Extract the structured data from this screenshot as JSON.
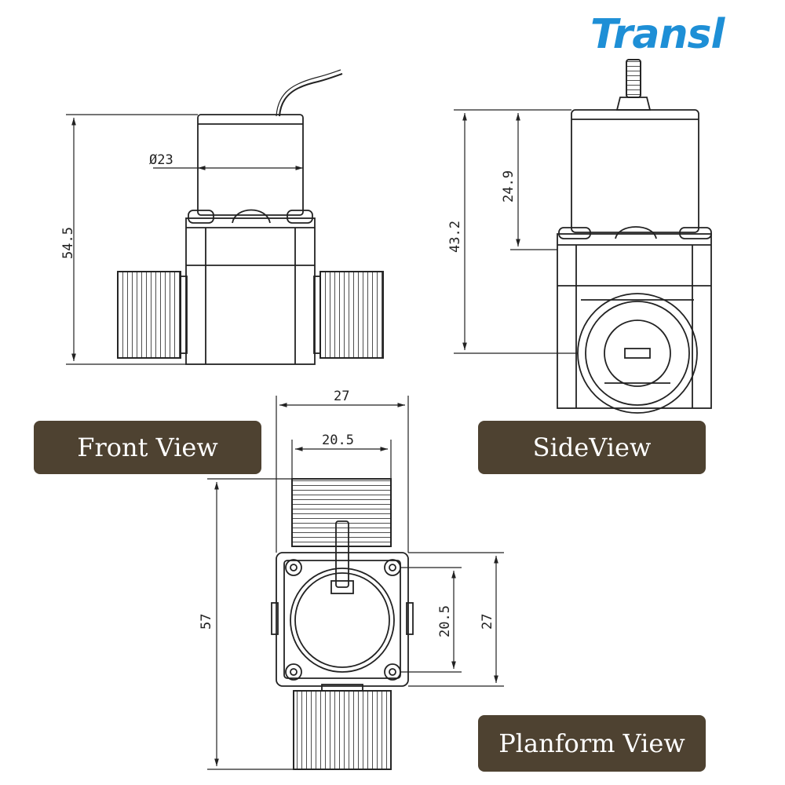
{
  "brand": {
    "logo_text": "Transl",
    "logo_color": "#1e8fd6"
  },
  "labels": {
    "front_view": "Front View",
    "side_view": "SideView",
    "planform_view": "Planform View"
  },
  "dimensions": {
    "front_diameter": "Ø23",
    "front_height": "54.5",
    "side_height_total": "43.2",
    "side_height_upper": "24.9",
    "plan_width_outer": "27",
    "plan_width_inner": "20.5",
    "plan_length_total": "57",
    "plan_height_inner": "20.5",
    "plan_height_outer": "27"
  },
  "colors": {
    "label_bg": "#4e4231",
    "label_text": "#ffffff",
    "line": "#222222"
  }
}
